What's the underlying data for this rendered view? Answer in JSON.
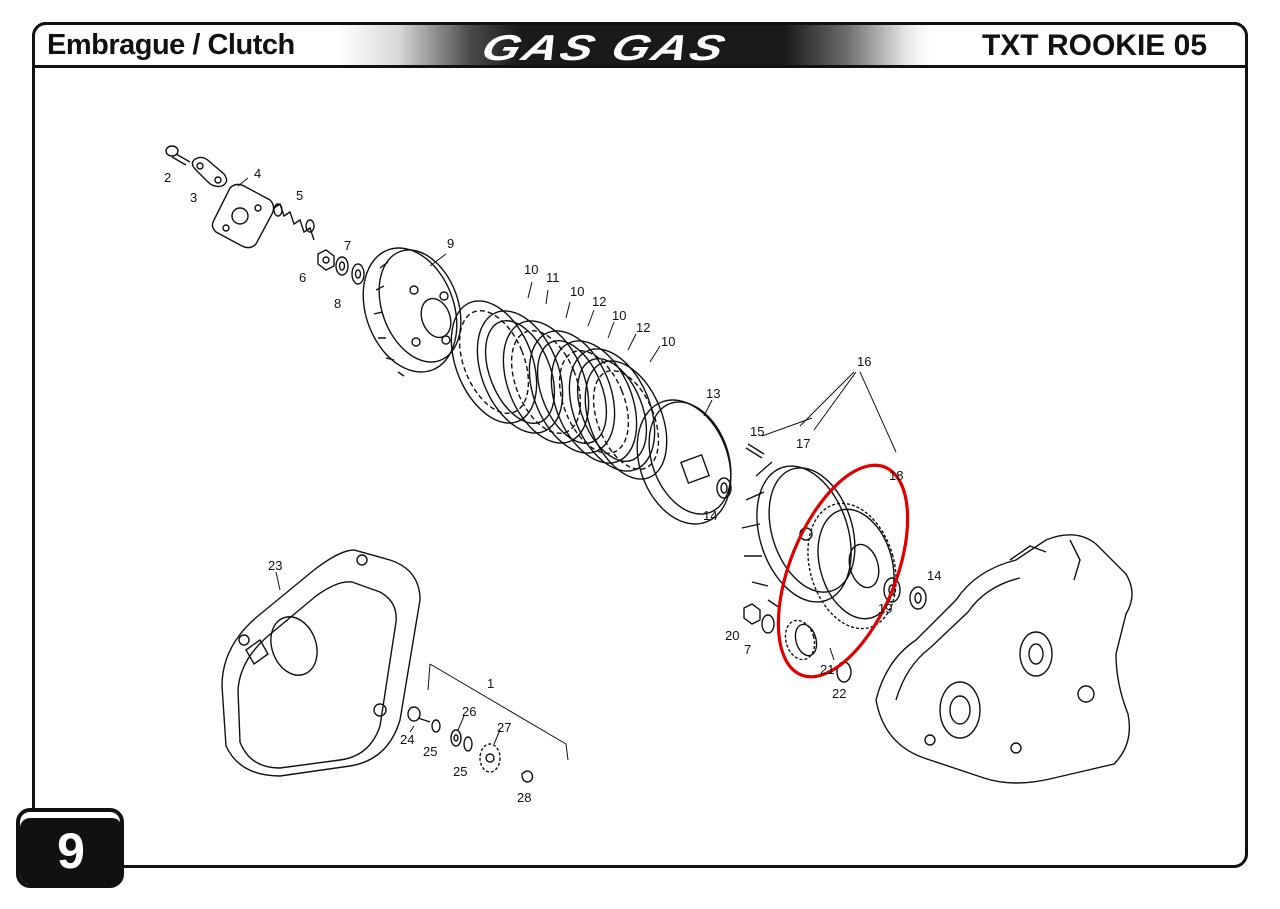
{
  "header": {
    "title": "Embrague / Clutch",
    "brand": "GAS GAS",
    "model": "TXT ROOKIE 05"
  },
  "page_number": "9",
  "highlight_color": "#e00000",
  "callouts": {
    "c1": "1",
    "c2": "2",
    "c3": "3",
    "c4": "4",
    "c5": "5",
    "c6": "6",
    "c7a": "7",
    "c7b": "7",
    "c8": "8",
    "c9": "9",
    "c10a": "10",
    "c10b": "10",
    "c10c": "10",
    "c10d": "10",
    "c11": "11",
    "c12a": "12",
    "c12b": "12",
    "c13": "13",
    "c14a": "14",
    "c14b": "14",
    "c15": "15",
    "c16": "16",
    "c17": "17",
    "c18": "18",
    "c19": "19",
    "c20": "20",
    "c21": "21",
    "c22": "22",
    "c23": "23",
    "c24": "24",
    "c25a": "25",
    "c25b": "25",
    "c26": "26",
    "c27": "27",
    "c28": "28"
  }
}
